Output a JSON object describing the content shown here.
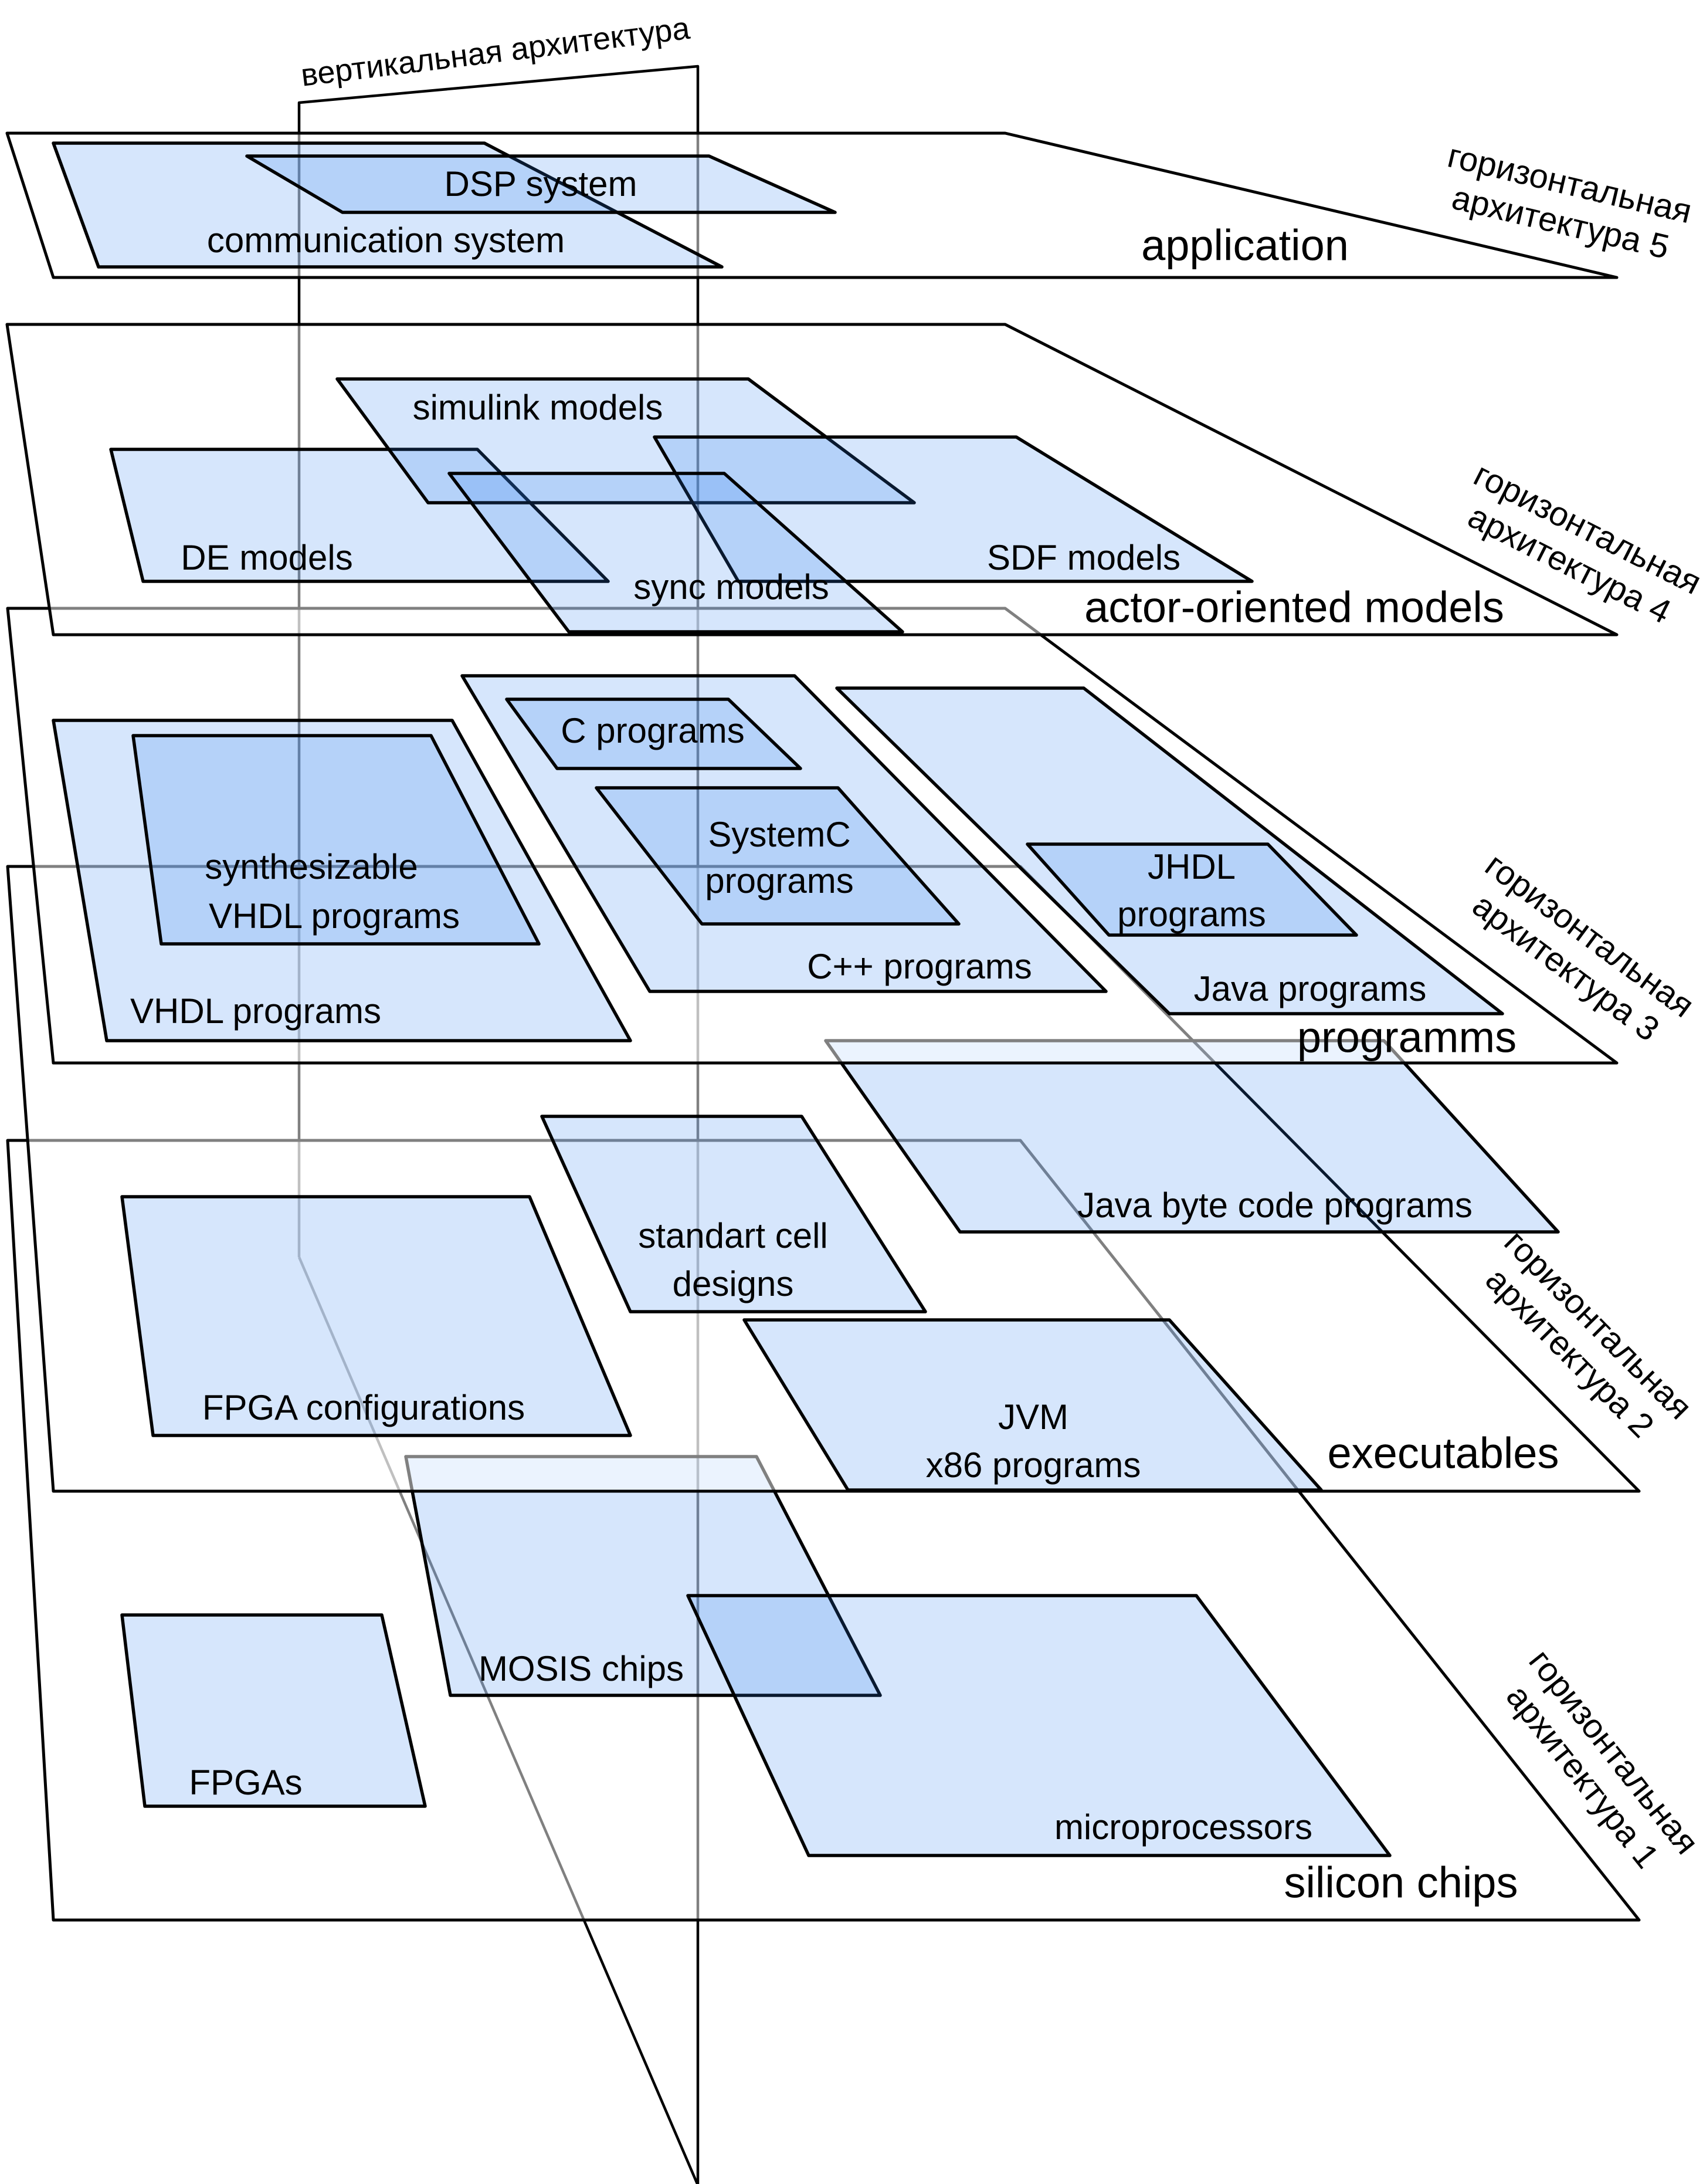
{
  "vertical_architecture": {
    "label": "вертикальная архитектура"
  },
  "colors": {
    "panel_fill": "#d6e6fc",
    "panel_overlap_fill": "#b5d3fa",
    "stroke": "#000000",
    "background": "#ffffff"
  },
  "layers": [
    {
      "title": "application",
      "side_label_line1": "горизонтальная",
      "side_label_line2": "архитектура 5",
      "panels": [
        {
          "lines": [
            "communication system"
          ]
        },
        {
          "lines": [
            "DSP system"
          ]
        }
      ]
    },
    {
      "title": "actor-oriented models",
      "side_label_line1": "горизонтальная",
      "side_label_line2": "архитектура 4",
      "panels": [
        {
          "lines": [
            "DE models"
          ]
        },
        {
          "lines": [
            "simulink models"
          ]
        },
        {
          "lines": [
            "SDF models"
          ]
        },
        {
          "lines": [
            "sync models"
          ]
        }
      ]
    },
    {
      "title": "programms",
      "side_label_line1": "горизонтальная",
      "side_label_line2": "архитектура 3",
      "panels": [
        {
          "lines": [
            "VHDL programs"
          ]
        },
        {
          "lines": [
            "synthesizable",
            "VHDL programs"
          ]
        },
        {
          "lines": [
            "C++ programs"
          ]
        },
        {
          "lines": [
            "C programs"
          ]
        },
        {
          "lines": [
            "SystemC",
            "programs"
          ]
        },
        {
          "lines": [
            "Java programs"
          ]
        },
        {
          "lines": [
            "JHDL",
            "programs"
          ]
        }
      ]
    },
    {
      "title": "executables",
      "side_label_line1": "горизонтальная",
      "side_label_line2": "архитектура 2",
      "panels": [
        {
          "lines": [
            "Java byte code programs"
          ]
        },
        {
          "lines": [
            "standart cell",
            "designs"
          ]
        },
        {
          "lines": [
            "FPGA configurations"
          ]
        },
        {
          "lines": [
            "JVM",
            "x86 programs"
          ]
        }
      ]
    },
    {
      "title": "silicon chips",
      "side_label_line1": "горизонтальная",
      "side_label_line2": "архитектура 1",
      "panels": [
        {
          "lines": [
            "MOSIS chips"
          ]
        },
        {
          "lines": [
            "FPGAs"
          ]
        },
        {
          "lines": [
            "microprocessors"
          ]
        }
      ]
    }
  ]
}
